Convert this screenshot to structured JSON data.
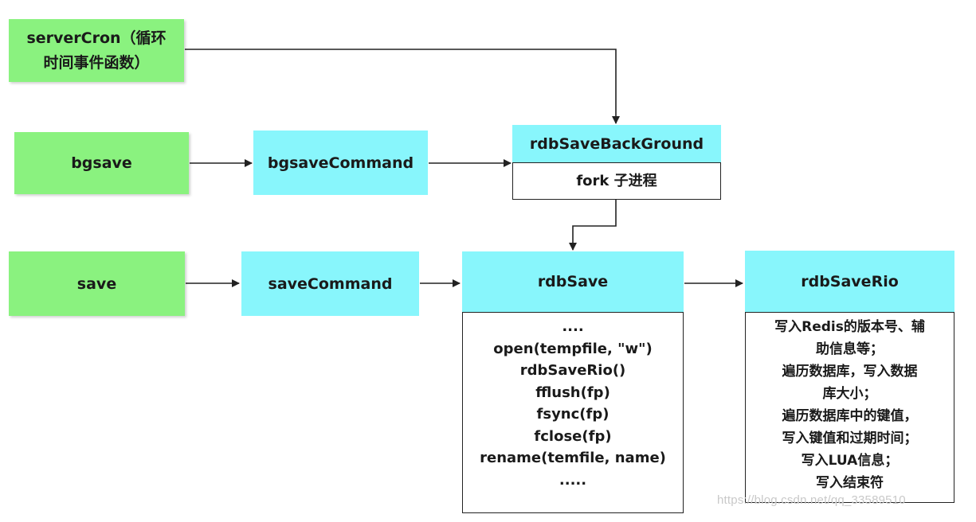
{
  "nodes": {
    "server_cron": "serverCron（循环\n时间事件函数）",
    "bgsave": "bgsave",
    "bgsave_command": "bgsaveCommand",
    "rdb_save_background": "rdbSaveBackGround",
    "fork_child": "fork 子进程",
    "save": "save",
    "save_command": "saveCommand",
    "rdb_save": "rdbSave",
    "rdb_save_rio": "rdbSaveRio"
  },
  "rdb_save_steps": [
    "....",
    "open(tempfile, \"w\")",
    "rdbSaveRio()",
    "fflush(fp)",
    "fsync(fp)",
    "fclose(fp)",
    "rename(temfile, name)",
    "....."
  ],
  "rdb_save_rio_steps": [
    "写入Redis的版本号、辅",
    "助信息等；",
    "遍历数据库，写入数据",
    "库大小；",
    "遍历数据库中的键值，",
    "写入键值和过期时间；",
    "写入LUA信息；",
    "写入结束符"
  ],
  "watermark": "https://blog.csdn.net/qq_33589510",
  "colors": {
    "green": "#8af27f",
    "cyan": "#88f6fc",
    "line": "#222222"
  }
}
